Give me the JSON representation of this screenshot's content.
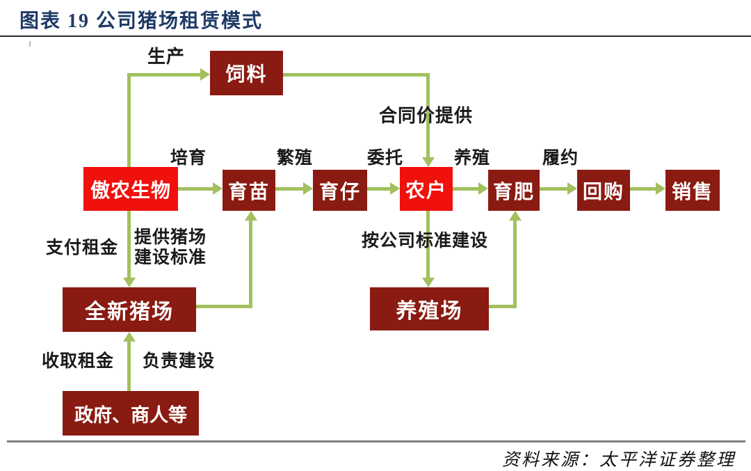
{
  "page": {
    "title": "图表 19 公司猪场租赁模式",
    "source": "资料来源：太平洋证券整理"
  },
  "colors": {
    "title_navy": "#1e3a66",
    "box_dark": "#8a1b12",
    "box_bright": "#f0100c",
    "arrow_green": "#a2c05e",
    "label_black": "#1a1a1a",
    "divider_gray": "#7f7f7f"
  },
  "diagram": {
    "type": "flowchart",
    "nodes": {
      "feed": "饲料",
      "aonong": "傲农生物",
      "yumiao": "育苗",
      "yuzai": "育仔",
      "nonghu": "农户",
      "yufei": "育肥",
      "huigou": "回购",
      "xiaoshou": "销售",
      "quanxin": "全新猪场",
      "yangzhichang": "养殖场",
      "zhengfu": "政府、商人等"
    },
    "edge_labels": {
      "shengchan": "生产",
      "hetongjia": "合同价提供",
      "peiyu": "培育",
      "fanzhi": "繁殖",
      "weituo": "委托",
      "yangzhi": "养殖",
      "lvyue": "履约",
      "zhifu_zujin": "支付租金",
      "tigong_biaozhun": "提供猪场\n建设标准",
      "an_biaozhun": "按公司标准建设",
      "shouqu_zujin": "收取租金",
      "fuze_jianshe": "负责建设"
    },
    "edges": [
      {
        "from": "aonong",
        "to": "feed",
        "label": "生产"
      },
      {
        "from": "feed",
        "to": "nonghu",
        "label": "合同价提供"
      },
      {
        "from": "aonong",
        "to": "yumiao",
        "label": "培育"
      },
      {
        "from": "yumiao",
        "to": "yuzai",
        "label": "繁殖"
      },
      {
        "from": "yuzai",
        "to": "nonghu",
        "label": "委托"
      },
      {
        "from": "nonghu",
        "to": "yufei",
        "label": "养殖"
      },
      {
        "from": "yufei",
        "to": "huigou",
        "label": "履约"
      },
      {
        "from": "huigou",
        "to": "xiaoshou",
        "label": ""
      },
      {
        "from": "aonong",
        "to": "quanxin",
        "label": "支付租金；提供猪场建设标准"
      },
      {
        "from": "quanxin",
        "to": "yumiao",
        "label": ""
      },
      {
        "from": "nonghu",
        "to": "yangzhichang",
        "label": "按公司标准建设"
      },
      {
        "from": "yangzhichang",
        "to": "yufei",
        "label": ""
      },
      {
        "from": "zhengfu",
        "to": "quanxin",
        "label": "收取租金；负责建设"
      }
    ]
  }
}
